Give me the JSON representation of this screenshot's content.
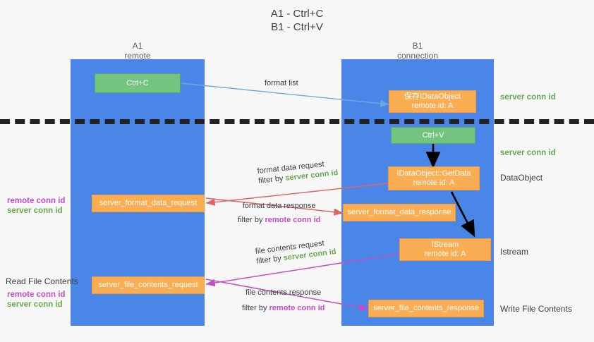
{
  "title": {
    "line1": "A1 - Ctrl+C",
    "line2": "B1 - Ctrl+V"
  },
  "columns": [
    {
      "name": "A1",
      "sub": "remote"
    },
    {
      "name": "B1",
      "sub": "connection"
    }
  ],
  "colors": {
    "lane": "#4a86e8",
    "green_node": "#73c47f",
    "orange_node": "#fbad53",
    "server_conn": "#6aa84f",
    "remote_conn": "#c24ec2",
    "arrow_blue": "#6fa8dc",
    "arrow_red": "#e06666",
    "arrow_magenta": "#c24ec2",
    "arrow_black": "#000000",
    "background": "#f7f7f7"
  },
  "nodes": {
    "ctrl_c": {
      "label": "Ctrl+C"
    },
    "save_idataobject": {
      "line1": "保存IDataObject",
      "line2": "remote id: A"
    },
    "ctrl_v": {
      "label": "Ctrl+V"
    },
    "getdata": {
      "line1": "IDataObject::GetData",
      "line2": "remote id: A"
    },
    "istream": {
      "line1": "IStream",
      "line2": "remote id: A"
    },
    "server_format_data_request": {
      "label": "server_format_data_request"
    },
    "server_format_data_response": {
      "label": "server_format_data_response"
    },
    "server_file_contents_request": {
      "label": "server_file_contents_request"
    },
    "server_file_contents_response": {
      "label": "server_file_contents_response"
    }
  },
  "side_labels": {
    "server_conn_id_top": "server conn id",
    "server_conn_id_mid": "server conn id",
    "dataobject": "DataObject",
    "istream": "Istream",
    "write_file_contents": "Write File Contents",
    "read_file_contents": "Read File Contents"
  },
  "left_labels": {
    "format_remote": "remote conn id",
    "format_server": "server conn id",
    "file_remote": "remote conn id",
    "file_server": "server conn id"
  },
  "edges": {
    "format_list": {
      "label": "format list"
    },
    "format_data_request": {
      "line1": "format data request",
      "filter_prefix": "filter by ",
      "filter_value": "server conn id"
    },
    "format_data_response": {
      "line1": "format data response",
      "filter_prefix": "filter by ",
      "filter_value": "remote conn id"
    },
    "file_contents_request": {
      "line1": "file contents request",
      "filter_prefix": "filter by ",
      "filter_value": "server conn id"
    },
    "file_contents_response": {
      "line1": "file contents response",
      "filter_prefix": "filter by ",
      "filter_value": "remote conn id"
    }
  }
}
